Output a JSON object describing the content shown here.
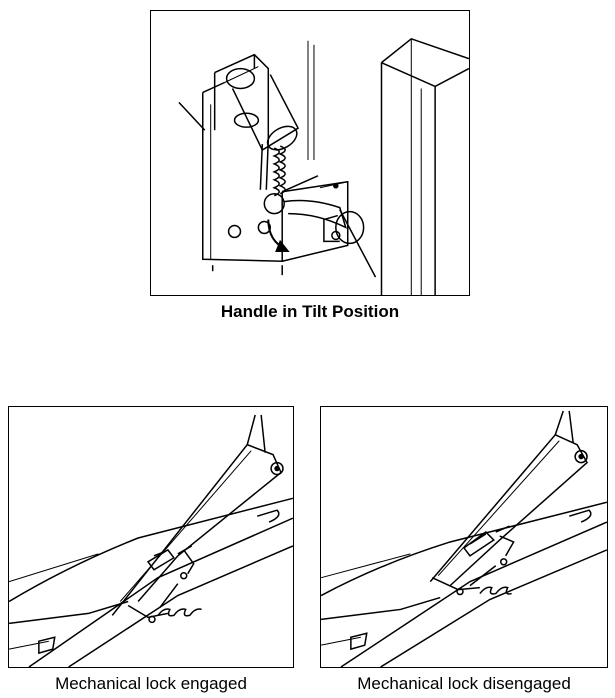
{
  "figures": [
    {
      "id": "tilt",
      "caption": "Handle in Tilt Position"
    },
    {
      "id": "engaged",
      "caption": "Mechanical lock engaged"
    },
    {
      "id": "disengaged",
      "caption": "Mechanical lock disengaged"
    }
  ]
}
